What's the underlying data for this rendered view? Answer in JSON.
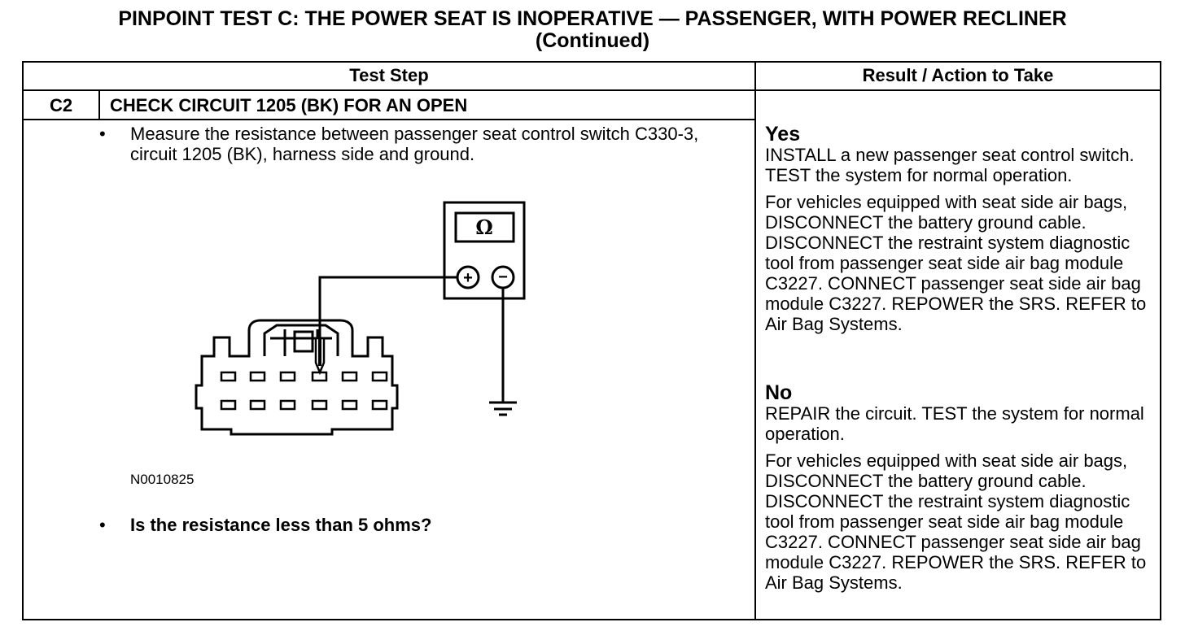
{
  "title": {
    "line1": "PINPOINT TEST  C: THE POWER SEAT IS INOPERATIVE — PASSENGER, WITH POWER RECLINER",
    "line2": "(Continued)"
  },
  "table": {
    "col_test_step": "Test Step",
    "col_result": "Result / Action to Take"
  },
  "step": {
    "id": "C2",
    "title": "CHECK CIRCUIT 1205 (BK) FOR AN OPEN",
    "bullet_symbol": "•",
    "instruction": "Measure the resistance between passenger seat control switch C330-3, circuit 1205 (BK), harness side and ground.",
    "figure_id": "N0010825",
    "question": "Is the resistance less than 5 ohms?"
  },
  "figure": {
    "meter_symbol": "Ω",
    "plus": "+",
    "minus": "−"
  },
  "results": {
    "yes": {
      "label": "Yes",
      "action": "INSTALL a new passenger seat control switch. TEST the system for normal operation.",
      "airbag_note": "For vehicles equipped with seat side air bags, DISCONNECT the battery ground cable. DISCONNECT the restraint system diagnostic tool from passenger seat side air bag module C3227. CONNECT passenger seat side air bag module C3227. REPOWER the  SRS. REFER to Air Bag Systems."
    },
    "no": {
      "label": "No",
      "action": "REPAIR the circuit. TEST the system for normal operation.",
      "airbag_note": "For vehicles equipped with seat side air bags, DISCONNECT the battery ground cable. DISCONNECT the restraint system diagnostic tool from passenger seat side air bag module C3227. CONNECT passenger seat side air bag module C3227. REPOWER the  SRS. REFER to Air Bag Systems."
    }
  }
}
